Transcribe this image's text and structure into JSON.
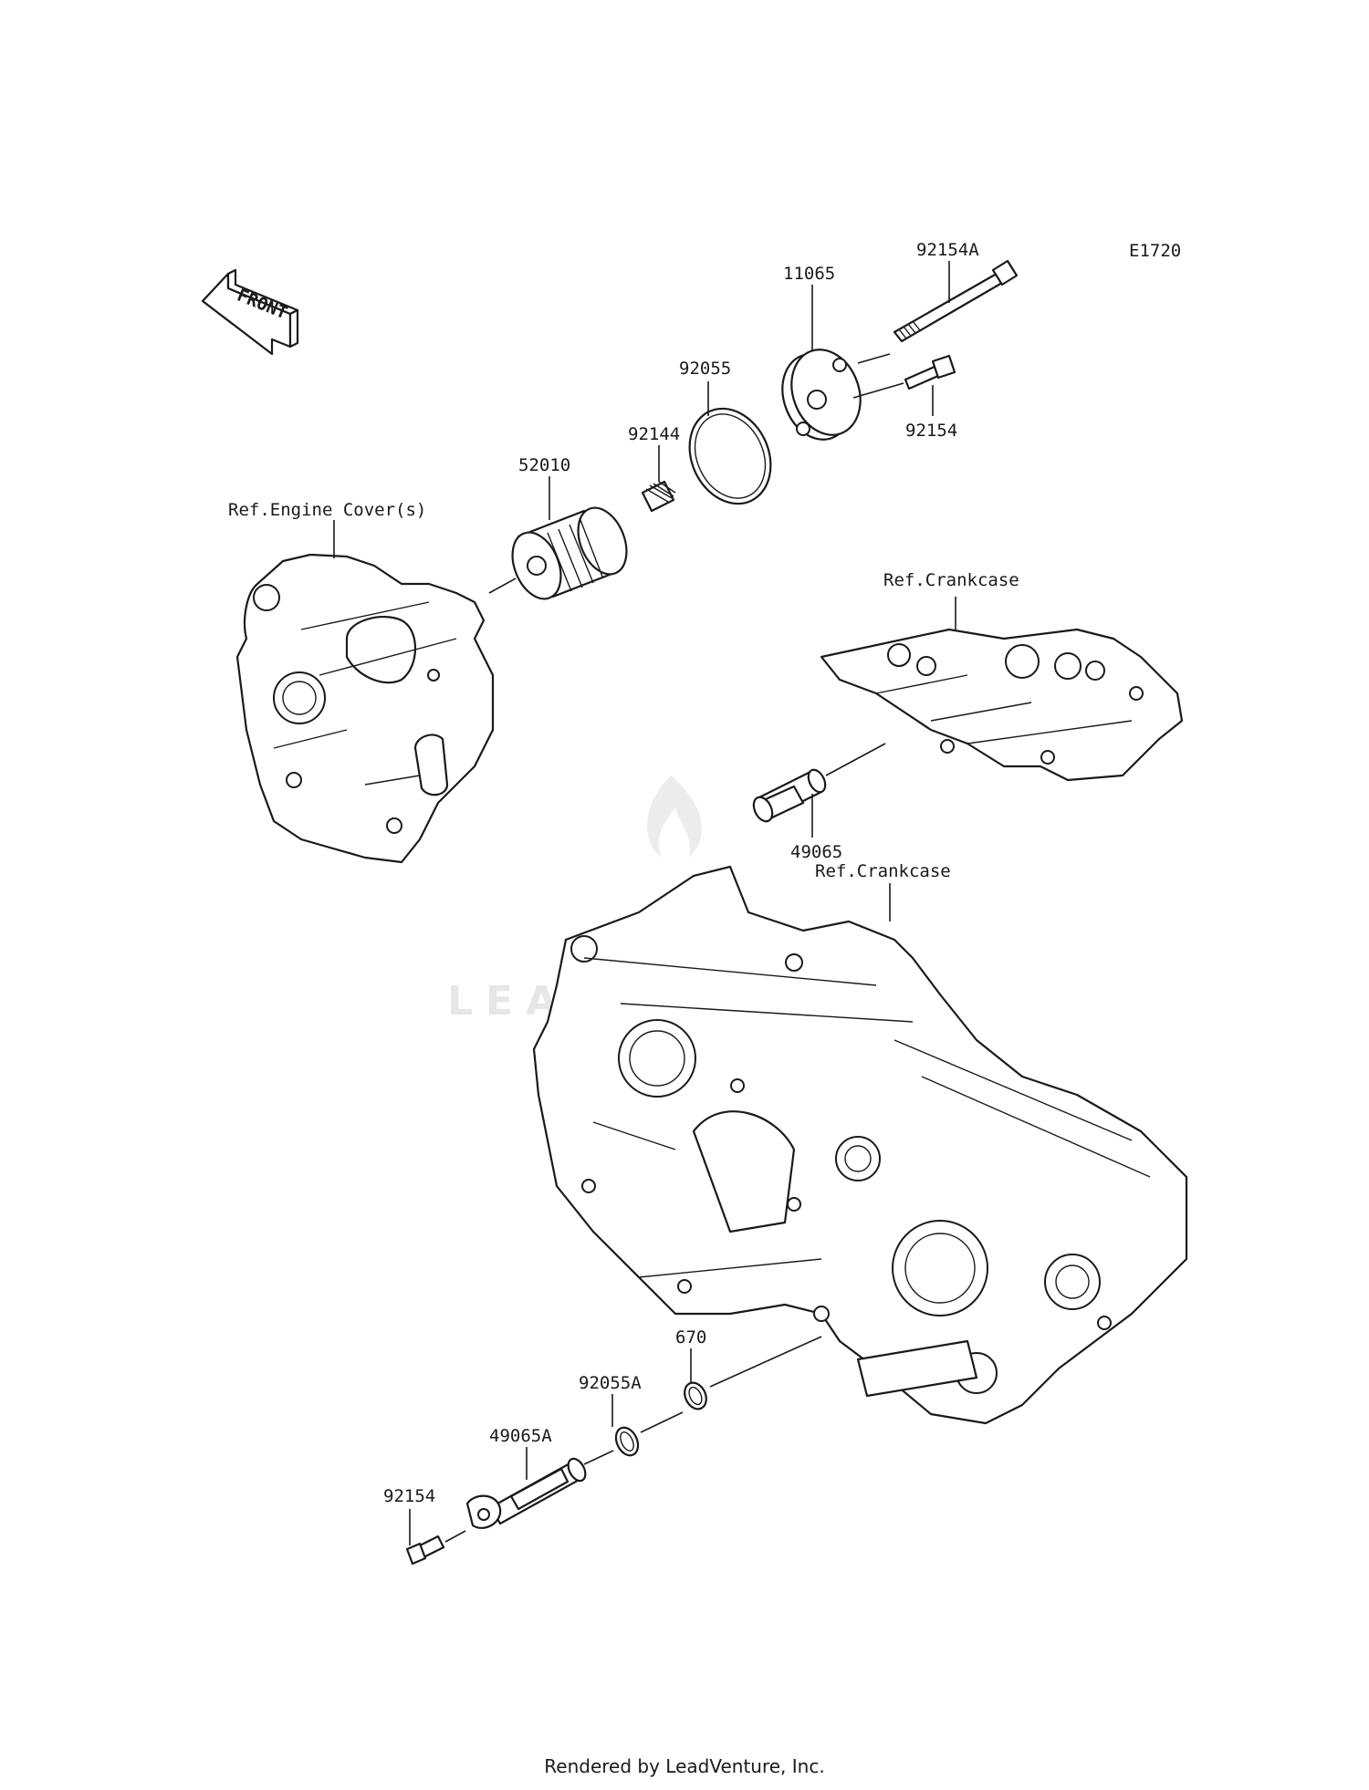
{
  "diagram_code": "E1720",
  "front_label": "FRONT",
  "watermark": "LEADVENTURE",
  "references": {
    "engine_cover": "Ref.Engine Cover(s)",
    "crankcase_upper": "Ref.Crankcase",
    "crankcase_lower": "Ref.Crankcase"
  },
  "parts": {
    "p92154A": "92154A",
    "p11065": "11065",
    "p92055": "92055",
    "p92154_top": "92154",
    "p92144": "92144",
    "p52010": "52010",
    "p49065": "49065",
    "p670": "670",
    "p92055A": "92055A",
    "p49065A": "49065A",
    "p92154_bottom": "92154"
  },
  "footer": "Rendered by LeadVenture, Inc."
}
